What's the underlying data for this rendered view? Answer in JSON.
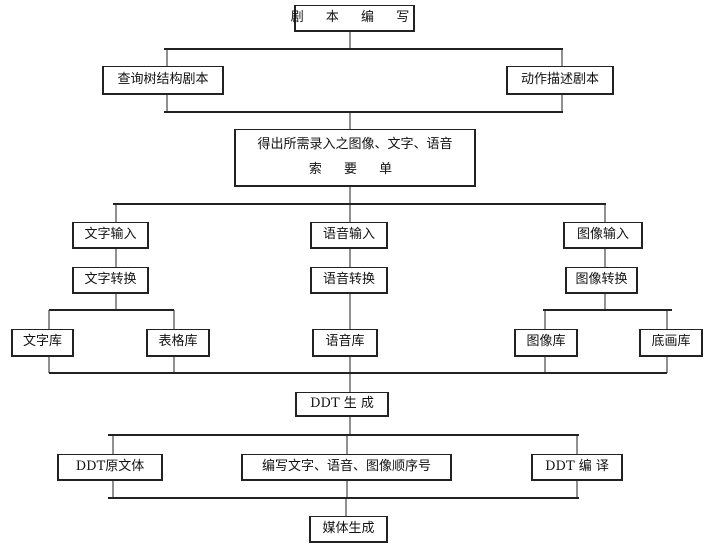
{
  "diagram": {
    "root": "剧 本 编 写",
    "scripts": [
      "查询树结构剧本",
      "动作描述剧本"
    ],
    "requirement_list": [
      "得出所需录入之图像、文字、语音",
      "索 要 单"
    ],
    "inputs": [
      "文字输入",
      "语音输入",
      "图像输入"
    ],
    "conversions": [
      "文字转换",
      "语音转换",
      "图像转换"
    ],
    "libraries": [
      "文字库",
      "表格库",
      "语音库",
      "图像库",
      "底画库"
    ],
    "ddt_generate": "DDT 生 成",
    "ddt_parts": [
      "DDT原文体",
      "编写文字、语音、图像顺序号",
      "DDT 编 译"
    ],
    "media_generate": "媒体生成"
  }
}
